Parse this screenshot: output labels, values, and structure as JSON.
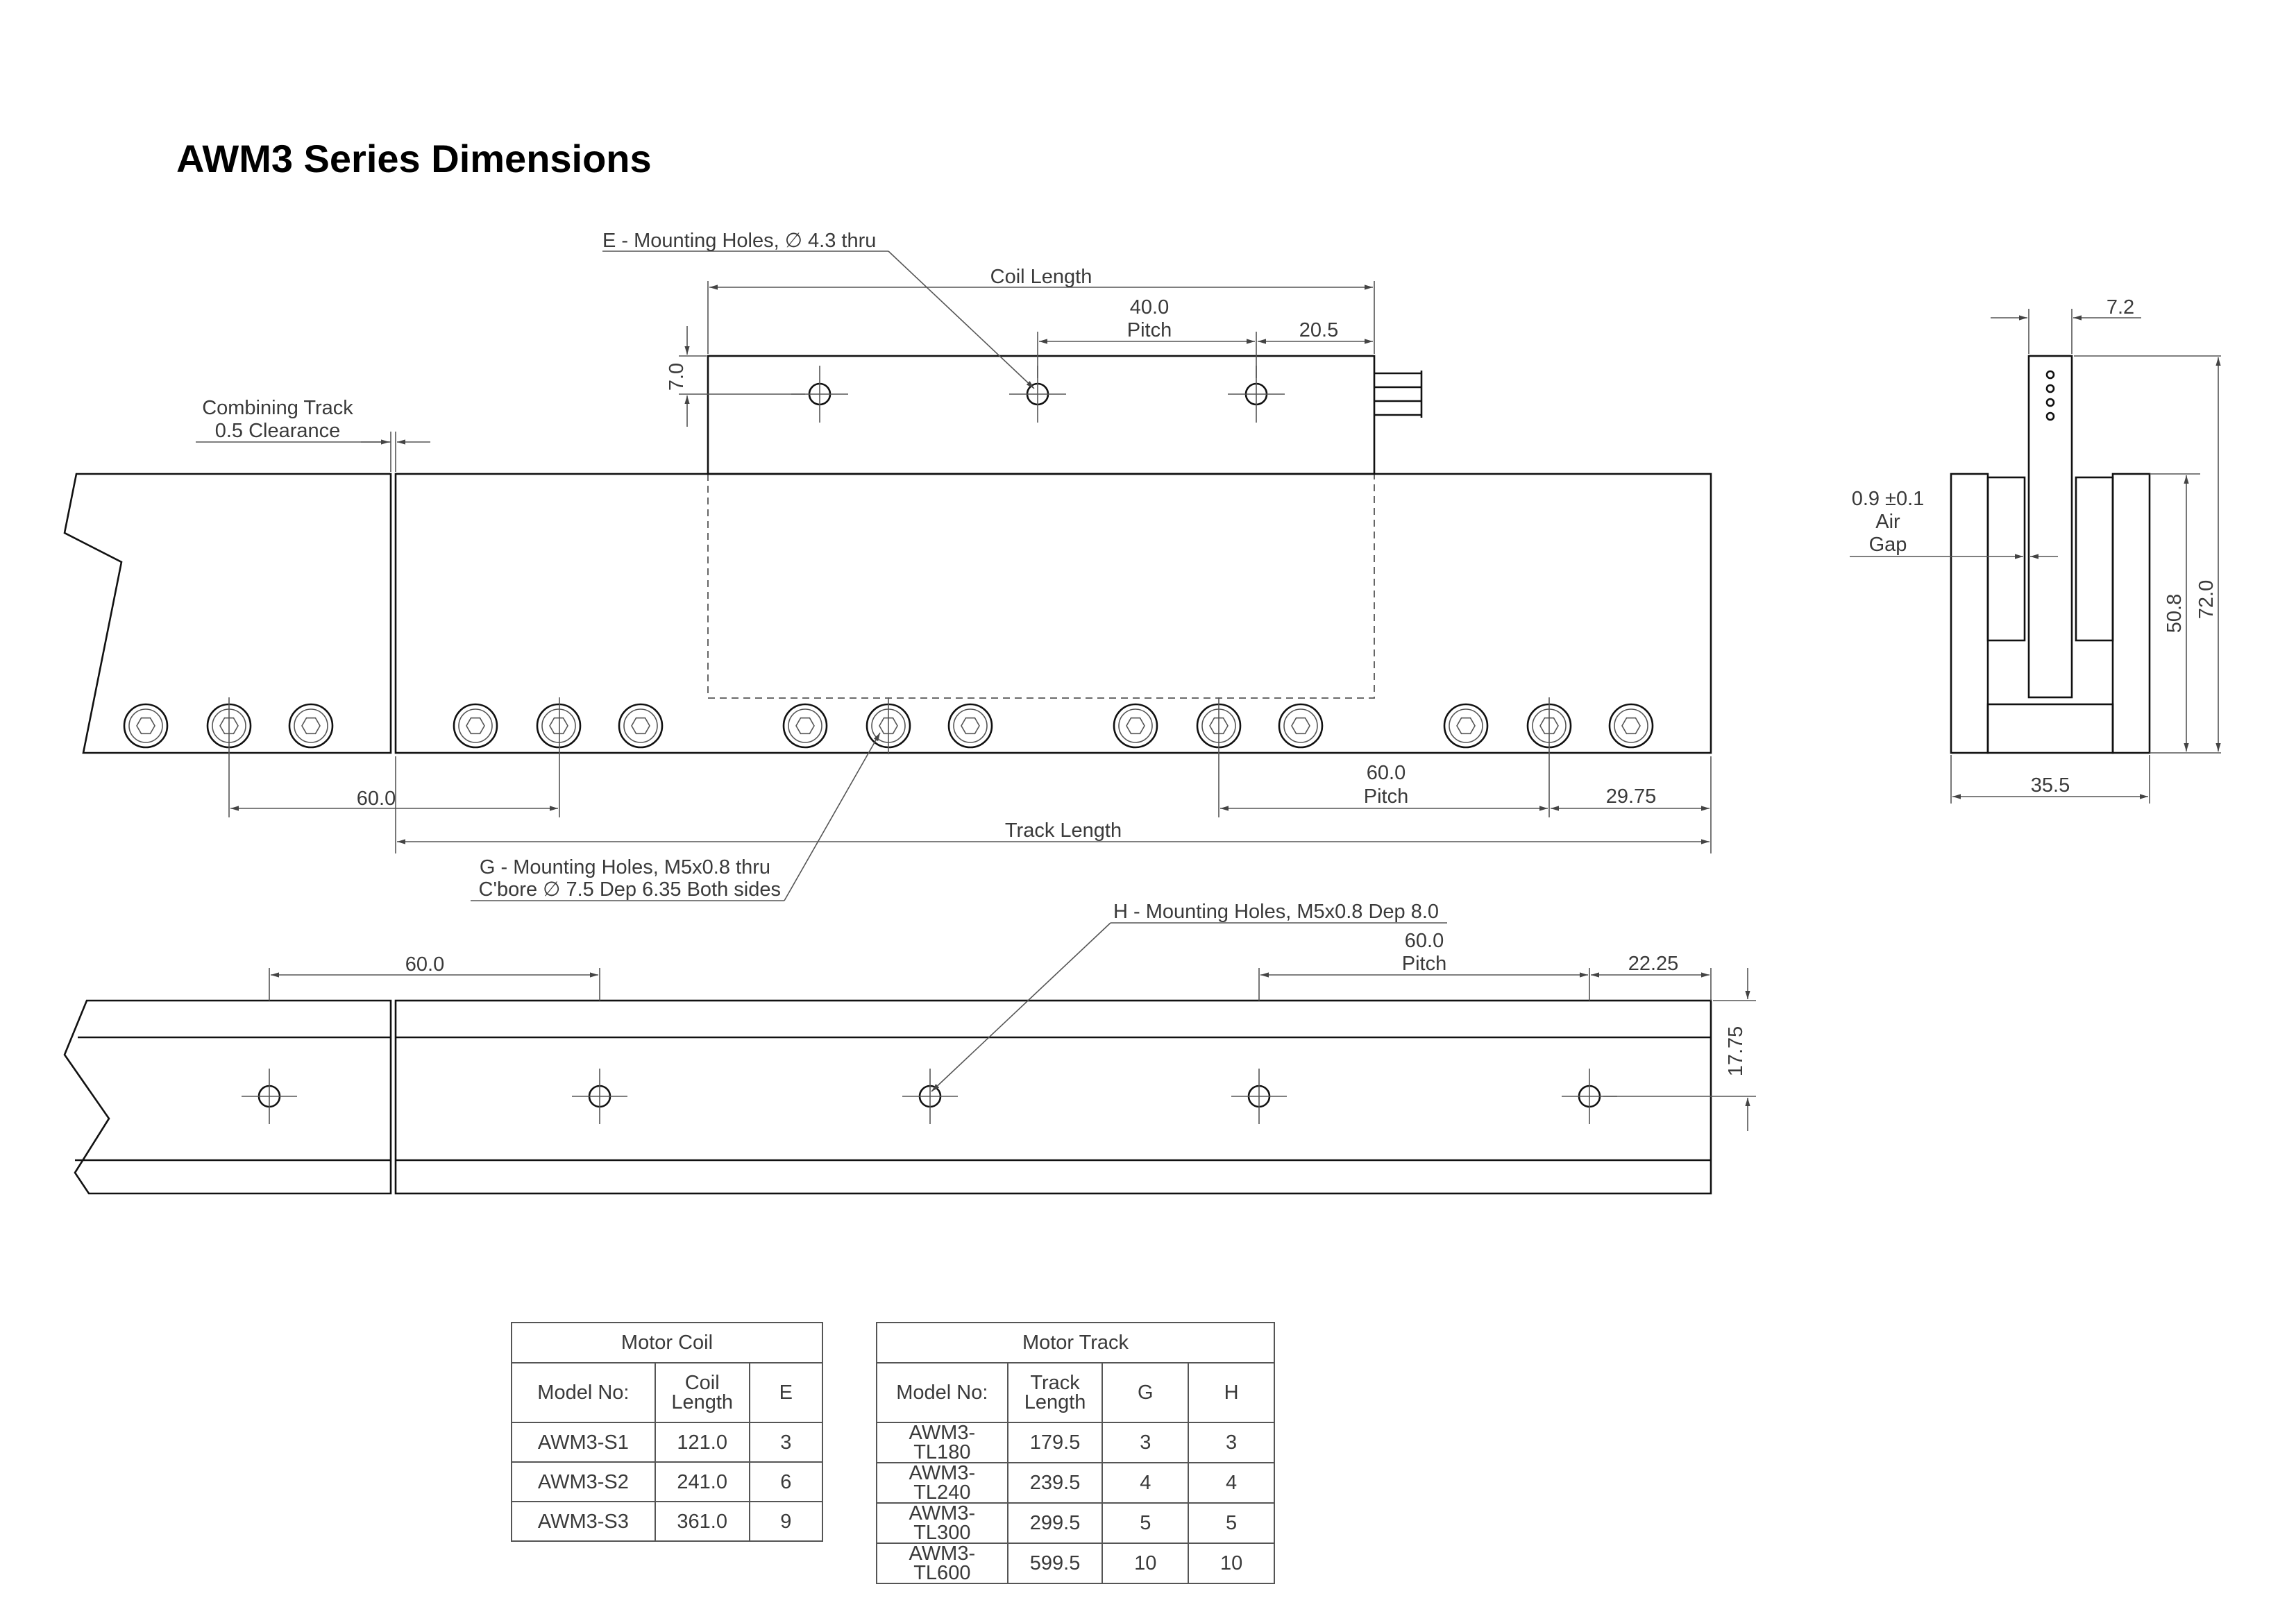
{
  "title": "AWM3 Series Dimensions",
  "labels": {
    "e_holes": "E - Mounting Holes, ∅ 4.3  thru",
    "coil_length": "Coil Length",
    "coil_pitch_value": "40.0",
    "pitch": "Pitch",
    "coil_end_offset": "20.5",
    "coil_hole_height": "7.0",
    "combining_track_line1": "Combining Track",
    "combining_track_line2": "0.5 Clearance",
    "track_hole_spacing": "60.0",
    "track_pitch_value": "60.0",
    "track_end_offset": "29.75",
    "track_length": "Track Length",
    "g_holes_line1": "G - Mounting Holes, M5x0.8 thru",
    "g_holes_line2": "C'bore  ∅  7.5 Dep 6.35 Both sides",
    "h_holes": "H - Mounting Holes, M5x0.8 Dep 8.0",
    "bottom_hole_spacing": "60.0",
    "bottom_pitch_value": "60.0",
    "bottom_end_offset": "22.25",
    "bottom_hole_height": "17.75",
    "side_blade_width": "7.2",
    "air_gap_line1": "0.9 ±0.1",
    "air_gap_line2": "Air",
    "air_gap_line3": "Gap",
    "side_track_height": "50.8",
    "side_total_height": "72.0",
    "side_width": "35.5"
  },
  "motor_coil": {
    "caption": "Motor Coil",
    "headers": [
      "Model No:",
      "Coil\nLength",
      "E"
    ],
    "rows": [
      [
        "AWM3-S1",
        "121.0",
        "3"
      ],
      [
        "AWM3-S2",
        "241.0",
        "6"
      ],
      [
        "AWM3-S3",
        "361.0",
        "9"
      ]
    ]
  },
  "motor_track": {
    "caption": "Motor Track",
    "headers": [
      "Model No:",
      "Track\nLength",
      "G",
      "H"
    ],
    "rows": [
      [
        "AWM3-TL180",
        "179.5",
        "3",
        "3"
      ],
      [
        "AWM3-TL240",
        "239.5",
        "4",
        "4"
      ],
      [
        "AWM3-TL300",
        "299.5",
        "5",
        "5"
      ],
      [
        "AWM3-TL600",
        "599.5",
        "10",
        "10"
      ]
    ]
  }
}
